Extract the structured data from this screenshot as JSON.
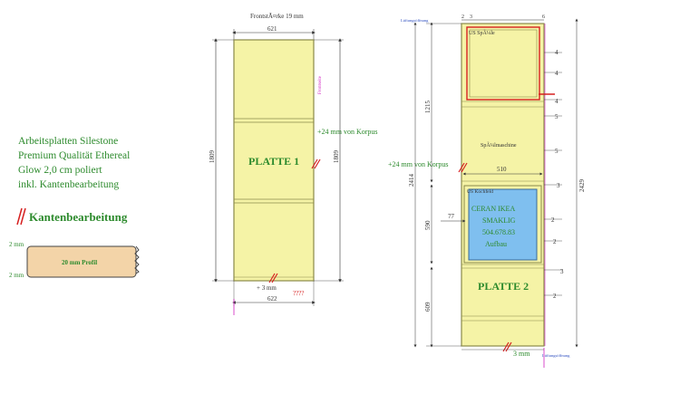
{
  "left_info": {
    "lines": [
      "Arbeitsplatten Silestone",
      "Premium Qualität Ethereal",
      "Glow 2,0 cm poliert",
      "inkl. Kantenbearbeitung"
    ],
    "edge_title": "Kantenbearbeitung",
    "profile_label": "20 mm Profil",
    "profile_top_dim": "2 mm",
    "profile_bottom_dim": "2 mm"
  },
  "plate1": {
    "header": "FrontstÃ¤rke 19 mm",
    "name": "PLATTE 1",
    "width_top": "621",
    "width_bottom": "622",
    "height_left": "1809",
    "height_right": "1809",
    "offset_note": "+24 mm von Korpus",
    "gap_note": "+ 3 mm",
    "unknown_note": "????",
    "side_label": "Frontseite"
  },
  "plate2": {
    "name": "PLATTE 2",
    "top_marker": "Lüftungsöffnung",
    "bottom_marker": "Lüftungsöffnung",
    "height_total_left": "2414",
    "height_total_right": "2429",
    "height_upper": "1215",
    "height_mid": "590",
    "height_lower": "609",
    "cutout_width": "510",
    "offset_note": "+24 mm von Korpus",
    "gap_note": "3 mm",
    "cut_offset": "77",
    "top_small_dims": [
      "2",
      "3"
    ],
    "top_right_dim": "6",
    "sink_label": "US SpÃ¼le",
    "dishwasher_label": "SpÃ¼lmaschine",
    "hob_label": "US Kochfeld",
    "hob_lines": [
      "CERAN IKEA",
      "SMAKLIG",
      "504.678.83",
      "Aufbau"
    ],
    "right_dims": [
      "4",
      "4",
      "4",
      "5",
      "5",
      "3",
      "2",
      "2",
      "3",
      "2"
    ]
  },
  "colors": {
    "plate_fill": "#f5f3a6",
    "plate_stroke": "#8a8a4a",
    "hob_fill": "#7fbfef",
    "profile_fill": "#f3d4a8",
    "edge_red": "#d62020",
    "green_text": "#2e8b2e",
    "dim_line": "#333333",
    "magenta": "#d020c0"
  }
}
